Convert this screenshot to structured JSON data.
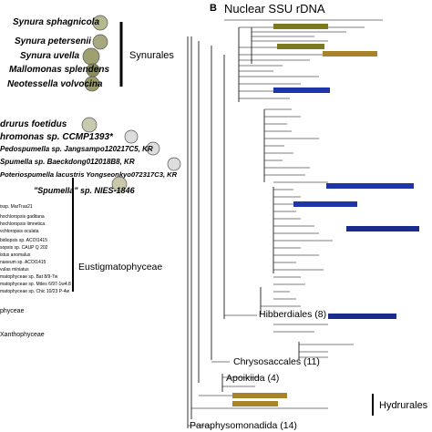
{
  "panel_b": {
    "letter": "B",
    "title": "Nuclear SSU rDNA"
  },
  "left_taxa": [
    "Synura sphagnicola",
    "Synura petersenii",
    "Synura uvella",
    "Mallomonas splendens",
    "Neotessella volvocina",
    "drurus foetidus",
    "hromonas sp. CCMP1393*",
    "Pedospumella sp. Jangsampo120217C5, KR",
    "Spumella sp. Baeckdong012018B8, KR",
    "Poteriospumella lacustris Yongseonkyo072317C3, KR",
    "\"Spumella\" sp. NIES-1846"
  ],
  "left_groups": {
    "synurales": "Synurales",
    "eustig": "Eustigmatophyceae",
    "phyceae": "phyceae",
    "xantho": "Xanthophyceae"
  },
  "small_left": [
    "issp. MarTras21",
    "hochloropsis gaditana",
    "hochloropsis limnetica",
    "vchloropsis oculata",
    "bidiopsis sp. ACOI1415",
    "sopsis sp. CAUP Q 202",
    "istus anomalus",
    "naxeum sp. ACOI1415",
    "vulas miniatus",
    "matophyceae sp. Bat 8/9-7w",
    "matophyceae sp. Mdes 6/97-1w4.8",
    "matophyceae sp. Chic 10/23 P-4w"
  ],
  "clades": {
    "hibberdiales": "Hibberdiales (8)",
    "chrysosaccales": "Chrysosaccales (11)",
    "apoikiida": "Apoikiida (4)",
    "hydrurales": "Hydrurales",
    "paraphysomonadida": "Paraphysomonadida (14)"
  },
  "highlight_colors": {
    "olive": "#7b7a1e",
    "blue": "#1f36a8",
    "brown": "#a9832a",
    "navy": "#1a2c8c"
  }
}
